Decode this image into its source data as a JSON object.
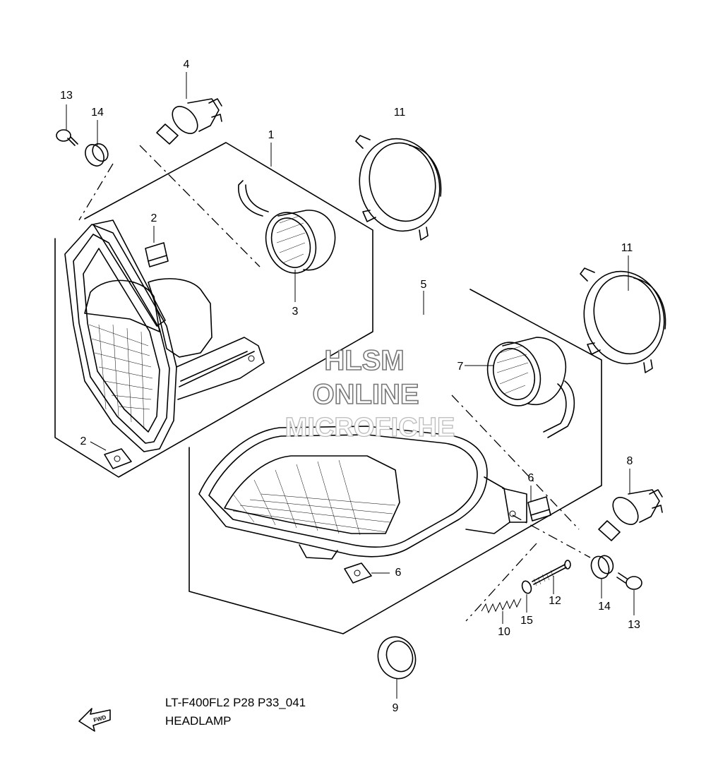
{
  "diagram": {
    "part_code": "LT-F400FL2 P28 P33_041",
    "title": "HEADLAMP",
    "fwd_label": "FWD",
    "watermark": [
      "HLSM",
      "ONLINE",
      "MICROFICHE"
    ]
  },
  "callouts": {
    "c1": "1",
    "c2a": "2",
    "c2b": "2",
    "c3": "3",
    "c4": "4",
    "c5": "5",
    "c6a": "6",
    "c6b": "6",
    "c7": "7",
    "c8": "8",
    "c9": "9",
    "c10": "10",
    "c11a": "11",
    "c11b": "11",
    "c12": "12",
    "c13a": "13",
    "c13b": "13",
    "c14a": "14",
    "c14b": "14",
    "c15": "15"
  }
}
